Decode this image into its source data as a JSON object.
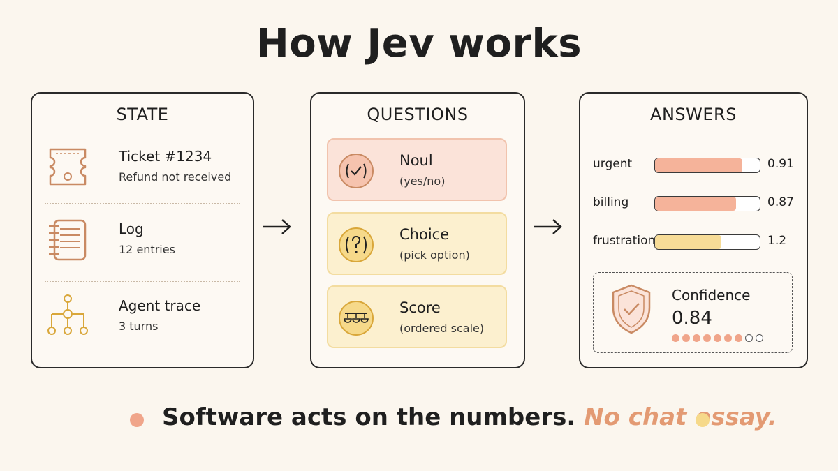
{
  "title": "How Jev works",
  "state": {
    "heading": "STATE",
    "items": [
      {
        "title": "Ticket #1234",
        "sub": "Refund not received",
        "icon": "ticket-icon"
      },
      {
        "title": "Log",
        "sub": "12 entries",
        "icon": "notebook-icon"
      },
      {
        "title": "Agent trace",
        "sub": "3 turns",
        "icon": "tree-icon"
      }
    ]
  },
  "questions": {
    "heading": "QUESTIONS",
    "items": [
      {
        "title": "Noul",
        "sub": "(yes/no)",
        "icon": "check-circle-icon"
      },
      {
        "title": "Choice",
        "sub": "(pick option)",
        "icon": "question-circle-icon"
      },
      {
        "title": "Score",
        "sub": "(ordered scale)",
        "icon": "scale-icon"
      }
    ]
  },
  "answers": {
    "heading": "ANSWERS",
    "rows": [
      {
        "label": "urgent",
        "value": "0.91",
        "fill": 0.83,
        "color": "#f5b39a"
      },
      {
        "label": "billing",
        "value": "0.87",
        "fill": 0.77,
        "color": "#f5b39a"
      },
      {
        "label": "frustration",
        "value": "1.2",
        "fill": 0.63,
        "color": "#f7dc97"
      }
    ],
    "confidence": {
      "label": "Confidence",
      "value": "0.84",
      "dots_filled": 7,
      "dots_total": 9
    }
  },
  "footer": {
    "text": "Software acts on the numbers.",
    "accent": "No chat essay."
  },
  "colors": {
    "accent": "#e39a73",
    "icon_orange": "#c98a63",
    "icon_yellow": "#d9a73a",
    "dot_orange": "#f0a58a",
    "dot_yellow": "#f6d98a"
  }
}
